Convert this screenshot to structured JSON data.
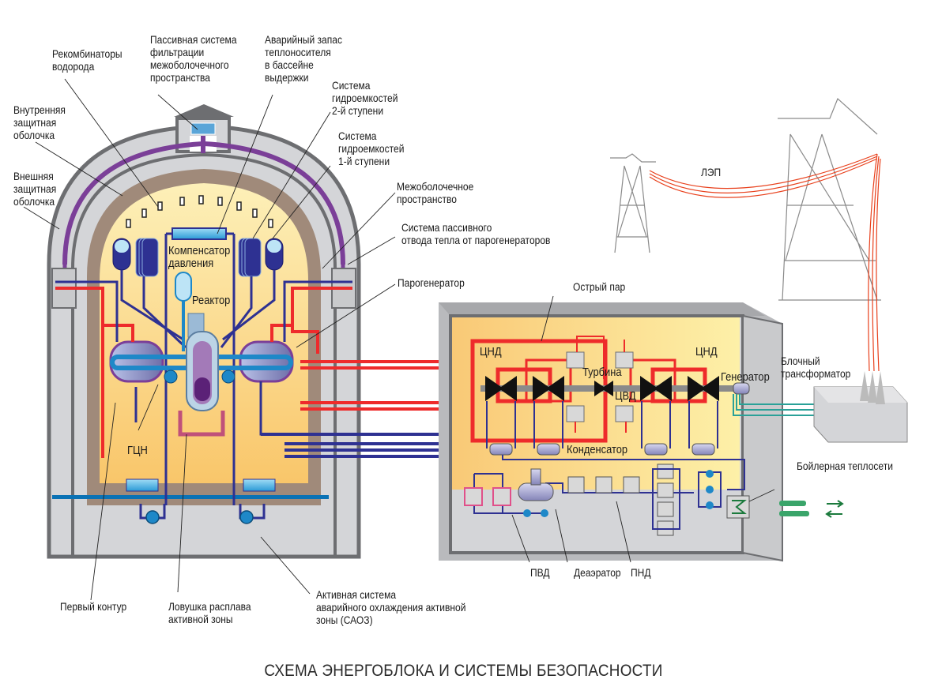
{
  "title": "СХЕМА ЭНЕРГОБЛОКА И СИСТЕМЫ БЕЗОПАСНОСТИ",
  "colors": {
    "containment_outer": "#d4d5d8",
    "containment_inner": "#a08a7a",
    "interior": "#fde9a6",
    "primary_loop": "#1e88c8",
    "hot_steam": "#ee2b2b",
    "feedwater": "#2e3192",
    "passive_heat": "#7b3f98",
    "generator_cable": "#2aa198",
    "power_line": "#e8401c",
    "tower": "#8a8a8a"
  },
  "labels": {
    "hydrogen_recombiners": "Рекомбинаторы\nводорода",
    "passive_filtration": "Пассивная система\nфильтрации\nмежоболочечного\nпространства",
    "emergency_coolant": "Аварийный запас\nтеплоносителя\nв бассейне\nвыдержки",
    "hydro_tanks_stage2": "Система\nгидроемкостей\n2-й ступени",
    "hydro_tanks_stage1": "Система\nгидроемкостей\n1-й ступени",
    "inner_containment": "Внутренняя\nзащитная\nоболочка",
    "outer_containment": "Внешняя\nзащитная\nоболочка",
    "annulus": "Межоболочечное\nпространство",
    "passive_heat_removal": "Система пассивного\nотвода тепла от парогенераторов",
    "steam_generator": "Парогенератор",
    "pressurizer": "Компенсатор\nдавления",
    "reactor": "Реактор",
    "rcp": "ГЦН",
    "live_steam": "Острый пар",
    "lpc_left": "ЦНД",
    "lpc_right": "ЦНД",
    "turbine": "Турбина",
    "hpc": "ЦВД",
    "condenser": "Конденсатор",
    "generator": "Генератор",
    "transformer": "Блочный\nтрансформатор",
    "power_line": "ЛЭП",
    "district_heating": "Бойлерная теплосети",
    "primary_circuit": "Первый контур",
    "core_catcher": "Ловушка расплава\nактивной зоны",
    "eccs": "Активная система\nаварийного охлаждения активной\nзоны (САОЗ)",
    "hp_heater": "ПВД",
    "deaerator": "Деаэратор",
    "lp_heater": "ПНД"
  }
}
